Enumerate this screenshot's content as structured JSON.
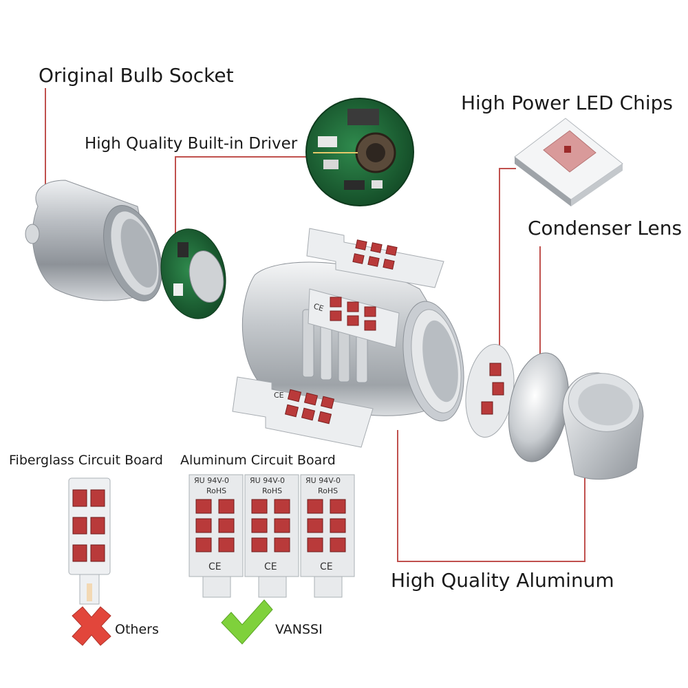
{
  "callouts": {
    "bulb_socket": "Original Bulb Socket",
    "driver": "High Quality Built-in Driver",
    "led_chips": "High Power LED Chips",
    "lens": "Condenser Lens",
    "aluminum": "High Quality Aluminum"
  },
  "boards": {
    "fiberglass_label": "Fiberglass Circuit Board",
    "aluminum_label": "Aluminum Circuit Board",
    "others_label": "Others",
    "vanssi_label": "VANSSI",
    "ce_mark": "CE",
    "rohs_mark": "RoHS",
    "ul_mark": "ЯU 94V-0"
  },
  "colors": {
    "callout_line": "#c0504d",
    "led_red": "#b93a3a",
    "cross_red": "#e2463b",
    "check_green": "#7fd13b",
    "aluminum": "#c9cdd2",
    "pcb_green": "#1f6e3a"
  },
  "icons": {
    "bad": "cross-icon",
    "good": "check-icon"
  }
}
